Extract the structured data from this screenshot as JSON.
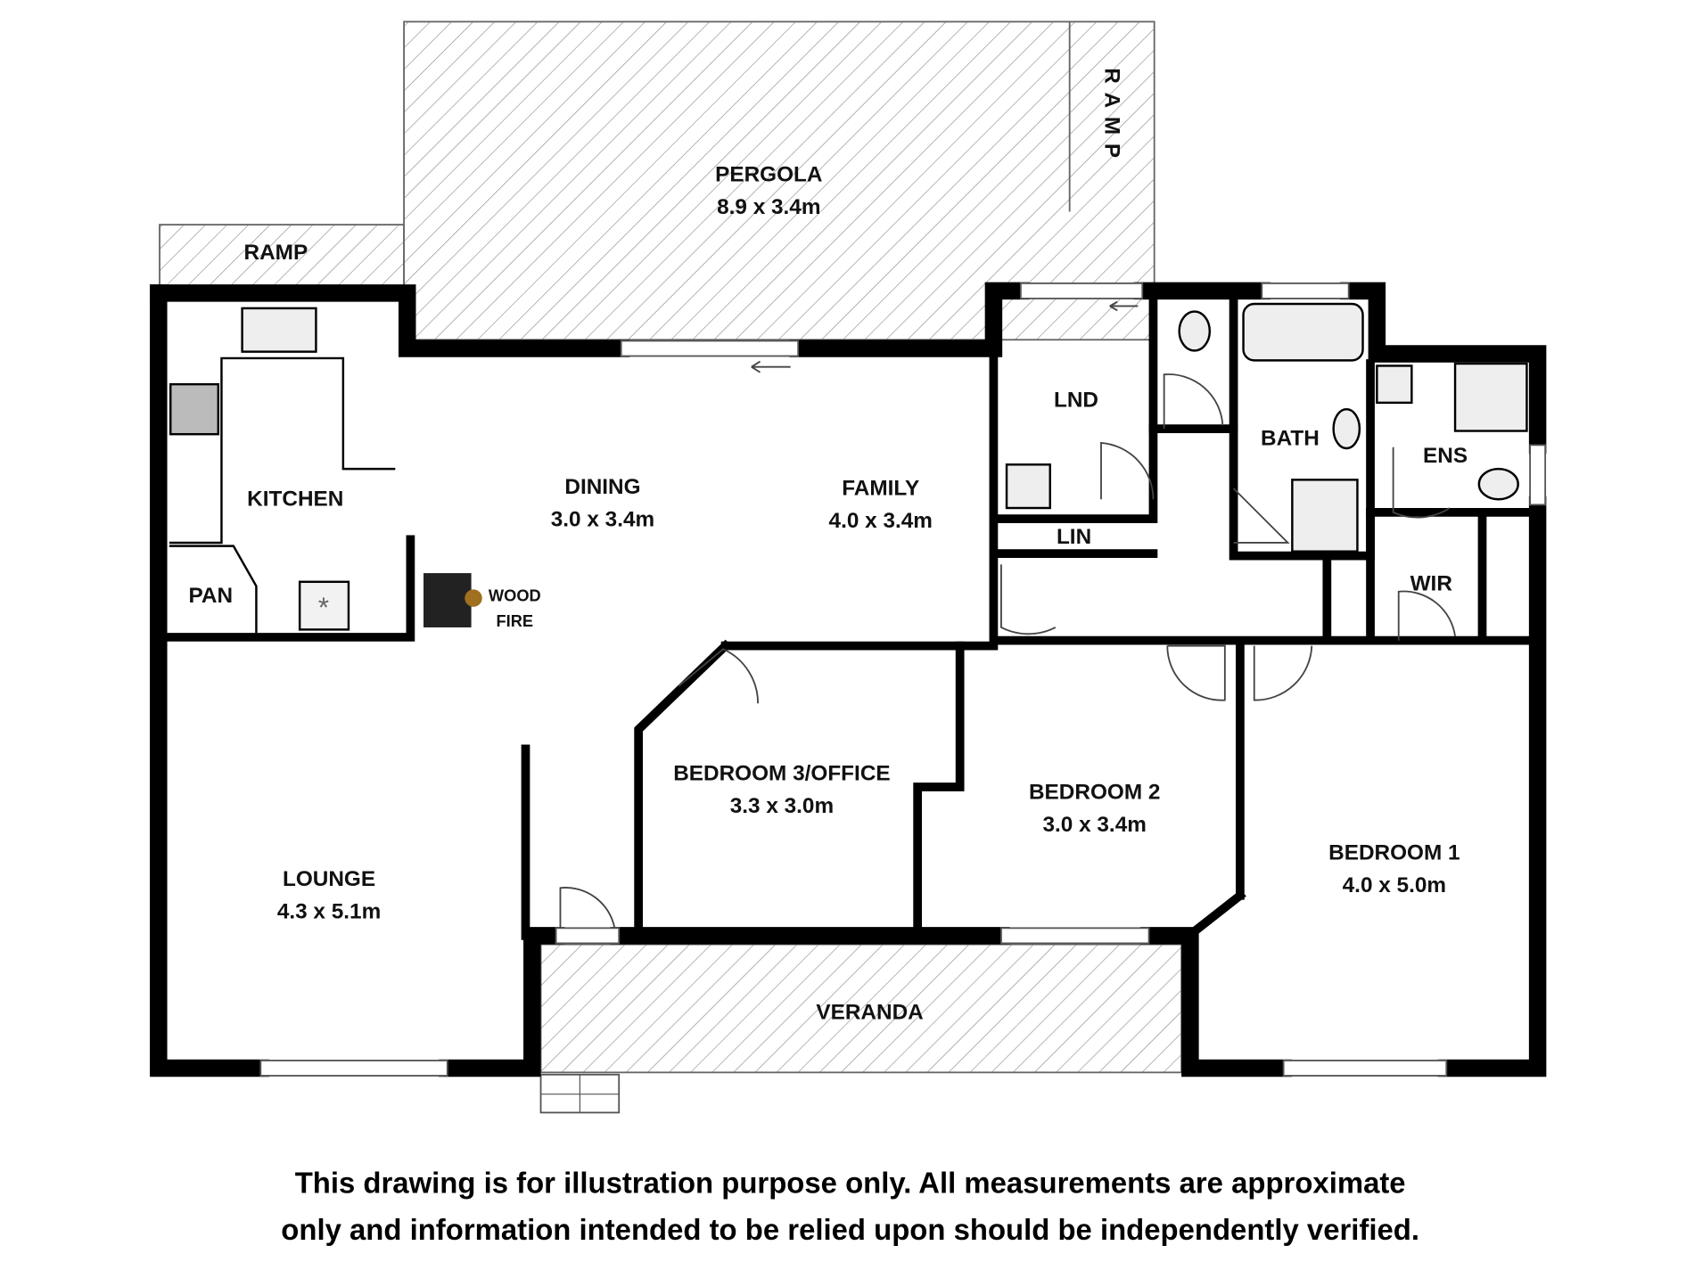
{
  "rooms": {
    "pergola": {
      "name": "PERGOLA",
      "size": "8.9 x 3.4m"
    },
    "ramp_top": {
      "name": "RAMP"
    },
    "ramp_left": {
      "name": "RAMP"
    },
    "kitchen": {
      "name": "KITCHEN"
    },
    "pan": {
      "name": "PAN"
    },
    "wood_fire": {
      "line1": "WOOD",
      "line2": "FIRE"
    },
    "dining": {
      "name": "DINING",
      "size": "3.0 x 3.4m"
    },
    "family": {
      "name": "FAMILY",
      "size": "4.0 x 3.4m"
    },
    "lnd": {
      "name": "LND"
    },
    "lin": {
      "name": "LIN"
    },
    "bath": {
      "name": "BATH"
    },
    "ens": {
      "name": "ENS"
    },
    "wir": {
      "name": "WIR"
    },
    "bedroom3": {
      "name": "BEDROOM 3/OFFICE",
      "size": "3.3 x 3.0m"
    },
    "bedroom2": {
      "name": "BEDROOM 2",
      "size": "3.0 x 3.4m"
    },
    "bedroom1": {
      "name": "BEDROOM 1",
      "size": "4.0 x 5.0m"
    },
    "lounge": {
      "name": "LOUNGE",
      "size": "4.3 x 5.1m"
    },
    "veranda": {
      "name": "VERANDA"
    }
  },
  "disclaimer": {
    "line1": "This drawing is for illustration purpose only. All measurements are approximate",
    "line2": "only and information intended to be relied upon should be independently verified."
  }
}
